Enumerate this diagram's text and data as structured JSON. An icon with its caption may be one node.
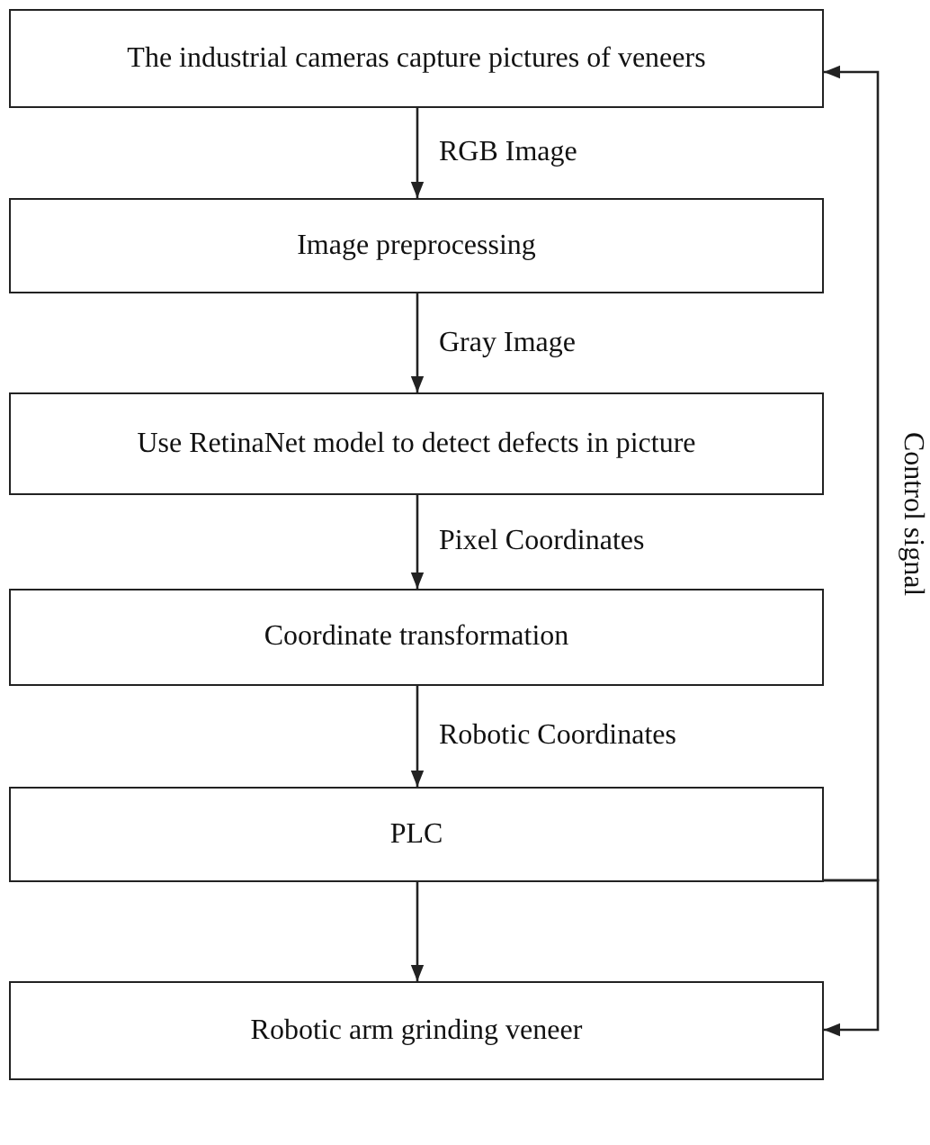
{
  "diagram": {
    "nodes": [
      {
        "text": [
          "The industrial cameras capture pictures of veneers"
        ]
      },
      {
        "text": [
          "Image preprocessing"
        ]
      },
      {
        "text": [
          "Use RetinaNet model to detect defects in picture"
        ]
      },
      {
        "text": [
          "Coordinate transformation"
        ]
      },
      {
        "text": [
          "PLC"
        ]
      },
      {
        "text": [
          "Robotic arm grinding veneer"
        ]
      }
    ],
    "edges": [
      {
        "from": 0,
        "to": 1,
        "arrow": "to",
        "label": "RGB Image"
      },
      {
        "from": 1,
        "to": 2,
        "arrow": "to",
        "label": "Gray Image"
      },
      {
        "from": 2,
        "to": 3,
        "arrow": "to",
        "label": "Pixel Coordinates"
      },
      {
        "from": 3,
        "to": 4,
        "arrow": "to",
        "label": "Robotic Coordinates"
      },
      {
        "from": 4,
        "to": 5,
        "arrow": "to"
      },
      {
        "from": 4,
        "to": 0,
        "arrow": "to",
        "label": "Control signal"
      },
      {
        "from": 4,
        "to": 5,
        "arrow": "to"
      }
    ]
  }
}
